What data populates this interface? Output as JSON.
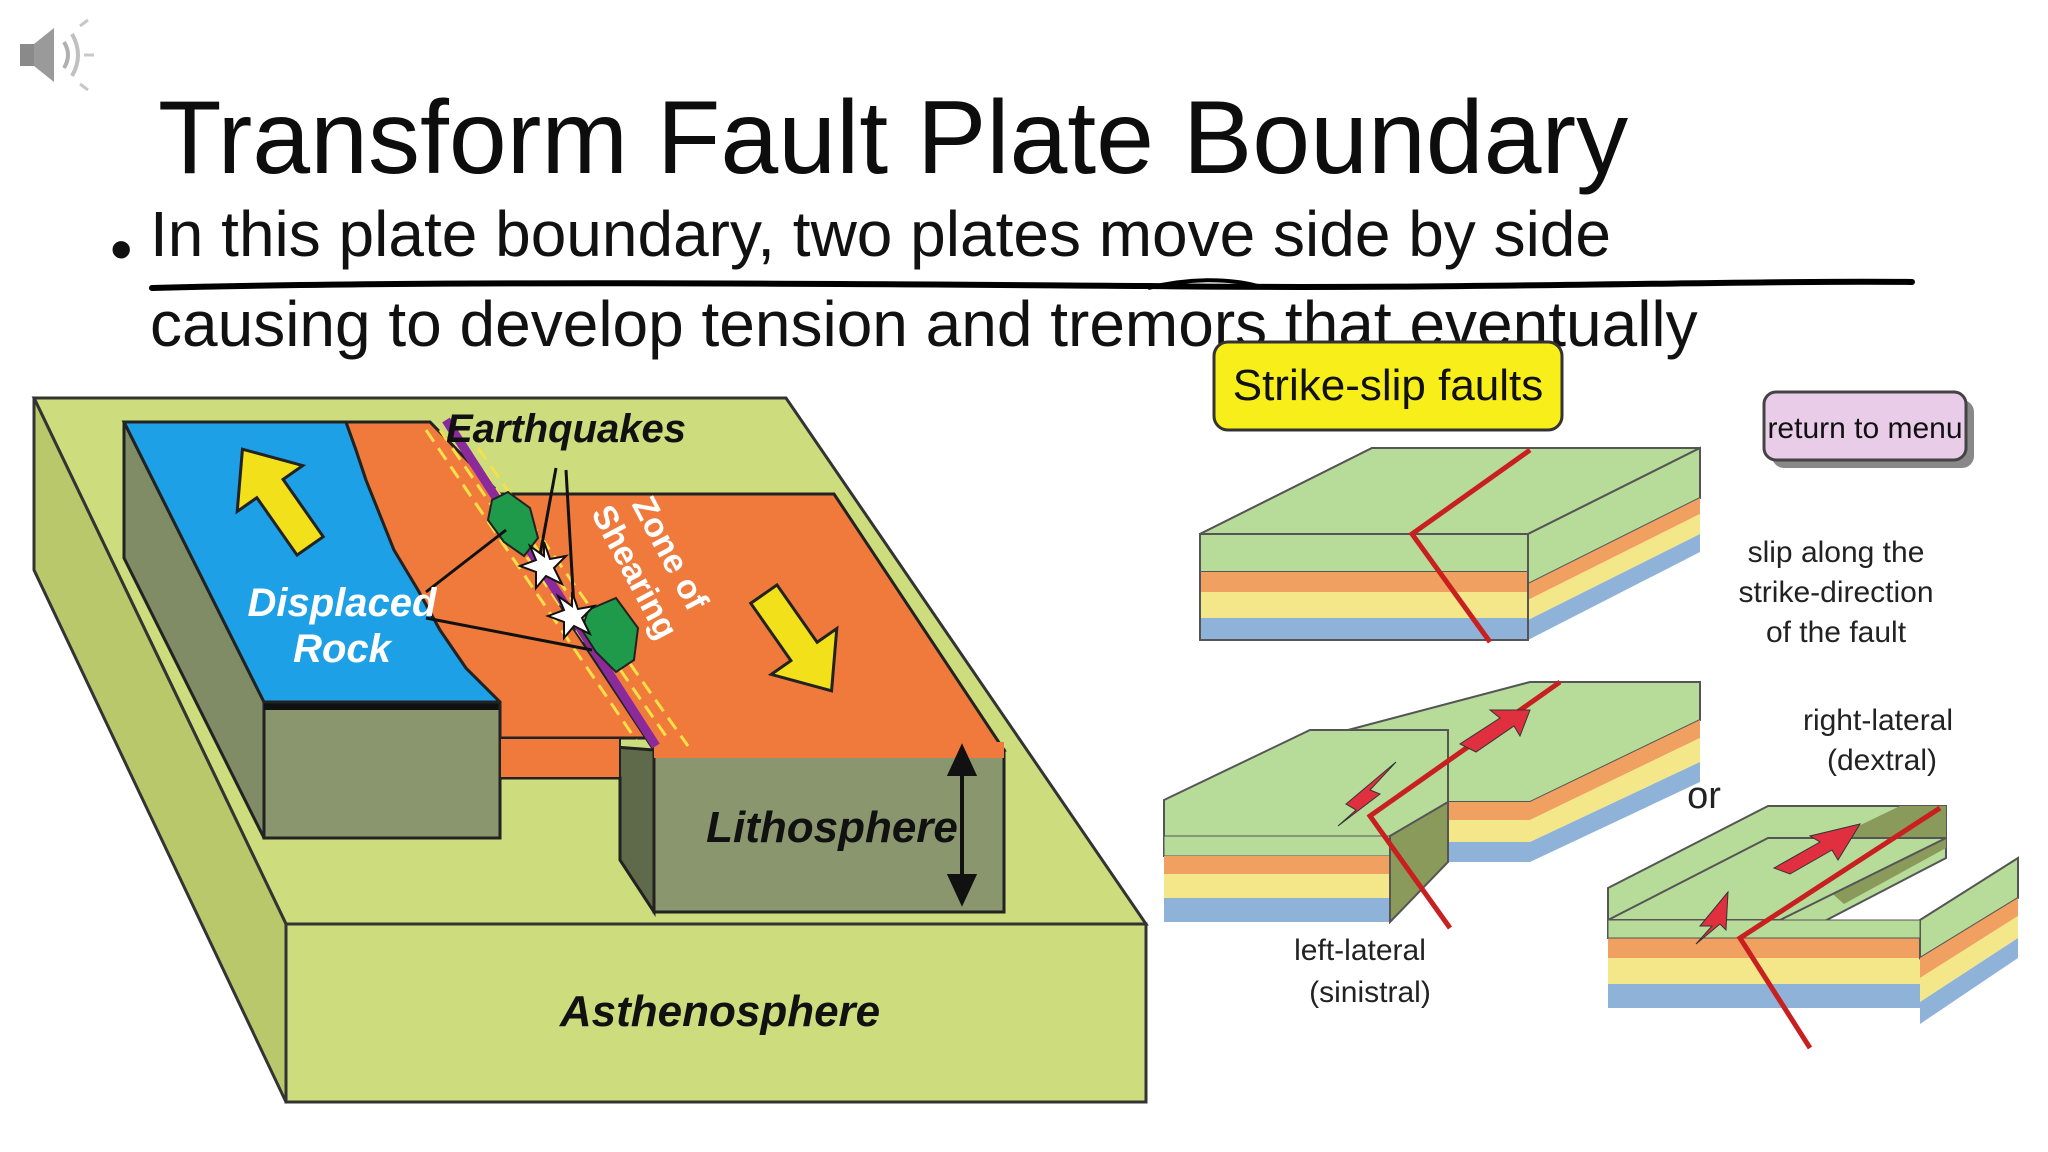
{
  "slide": {
    "title": "Transform Fault Plate Boundary",
    "bullet_line1": "In this plate boundary, two plates move side by side",
    "bullet_line2": "causing to develop tension and tremors that eventually"
  },
  "left_diagram": {
    "earthquakes": "Earthquakes",
    "displaced_rock_line1": "Displaced",
    "displaced_rock_line2": "Rock",
    "zone_line1": "Zone of",
    "zone_line2": "Shearing",
    "lithosphere": "Lithosphere",
    "asthenosphere": "Asthenosphere"
  },
  "right_diagram": {
    "title": "Strike-slip faults",
    "return_button": "return to menu",
    "slip_line1": "slip along the",
    "slip_line2": "strike-direction",
    "slip_line3": "of the fault",
    "right_lateral_line1": "right-lateral",
    "right_lateral_line2": "(dextral)",
    "or_label": "or",
    "left_lateral_line1": "left-lateral",
    "left_lateral_line2": "(sinistral)"
  },
  "colors": {
    "ocean_plate": "#1ea0e6",
    "continental_plate": "#f07a3c",
    "asthenosphere": "#cddc7c",
    "fault_line": "#d0202a",
    "layer_green": "#b7dc9a",
    "layer_orange": "#f0a060",
    "layer_yellow": "#f3e78a",
    "layer_blue": "#8fb3d8"
  },
  "icons": [
    "speaker-icon",
    "up-arrow-icon",
    "down-arrow-icon",
    "earthquake-star-icon"
  ]
}
